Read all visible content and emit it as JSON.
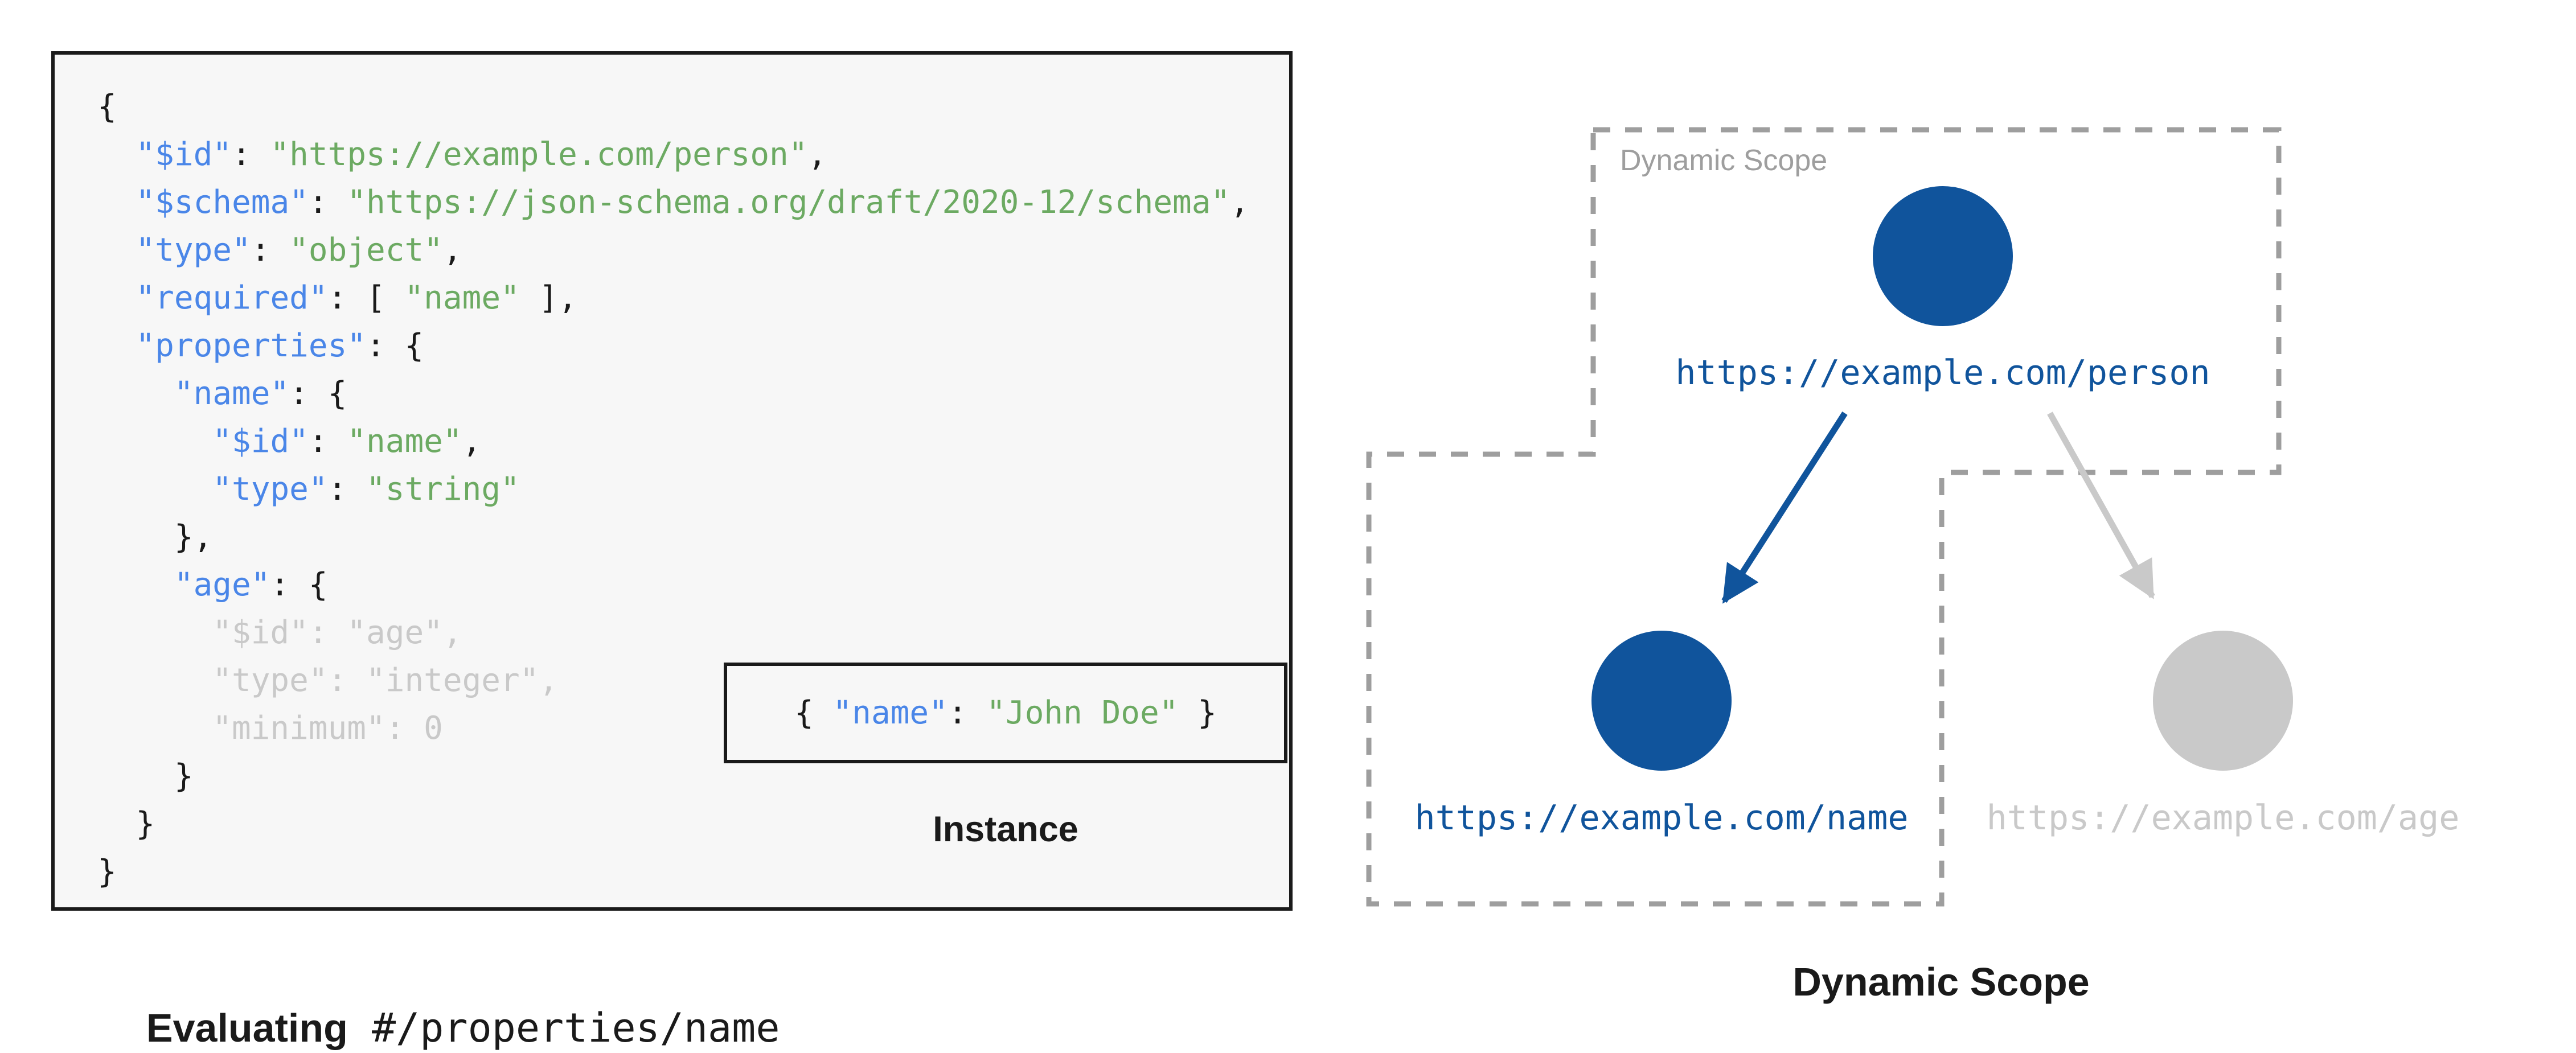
{
  "colors": {
    "ink": "#1a1a1a",
    "key-blue": "#4a86e8",
    "str-green": "#6caa62",
    "muted": "#c9c9c9",
    "scope-gray": "#9e9e9e",
    "node-blue": "#10549c",
    "code-bg": "#f7f7f7"
  },
  "left_panel": {
    "code_lines": [
      [
        [
          "p",
          "{"
        ]
      ],
      [
        [
          "p",
          "  "
        ],
        [
          "k",
          "\"$id\""
        ],
        [
          "p",
          ": "
        ],
        [
          "s",
          "\"https://example.com/person\""
        ],
        [
          "p",
          ","
        ]
      ],
      [
        [
          "p",
          "  "
        ],
        [
          "k",
          "\"$schema\""
        ],
        [
          "p",
          ": "
        ],
        [
          "s",
          "\"https://json-schema.org/draft/2020-12/schema\""
        ],
        [
          "p",
          ","
        ]
      ],
      [
        [
          "p",
          "  "
        ],
        [
          "k",
          "\"type\""
        ],
        [
          "p",
          ": "
        ],
        [
          "s",
          "\"object\""
        ],
        [
          "p",
          ","
        ]
      ],
      [
        [
          "p",
          "  "
        ],
        [
          "k",
          "\"required\""
        ],
        [
          "p",
          ": [ "
        ],
        [
          "s",
          "\"name\""
        ],
        [
          "p",
          " ],"
        ]
      ],
      [
        [
          "p",
          "  "
        ],
        [
          "k",
          "\"properties\""
        ],
        [
          "p",
          ": {"
        ]
      ],
      [
        [
          "p",
          "    "
        ],
        [
          "k",
          "\"name\""
        ],
        [
          "p",
          ": {"
        ]
      ],
      [
        [
          "p",
          "      "
        ],
        [
          "k",
          "\"$id\""
        ],
        [
          "p",
          ": "
        ],
        [
          "s",
          "\"name\""
        ],
        [
          "p",
          ","
        ]
      ],
      [
        [
          "p",
          "      "
        ],
        [
          "k",
          "\"type\""
        ],
        [
          "p",
          ": "
        ],
        [
          "s",
          "\"string\""
        ]
      ],
      [
        [
          "p",
          "    },"
        ]
      ],
      [
        [
          "p",
          "    "
        ],
        [
          "k",
          "\"age\""
        ],
        [
          "p",
          ": {"
        ]
      ],
      [
        [
          "m",
          "      \"$id\": \"age\","
        ]
      ],
      [
        [
          "m",
          "      \"type\": \"integer\","
        ]
      ],
      [
        [
          "m",
          "      \"minimum\": 0"
        ]
      ],
      [
        [
          "p",
          "    }"
        ]
      ],
      [
        [
          "p",
          "  }"
        ]
      ],
      [
        [
          "p",
          "}"
        ]
      ]
    ],
    "instance": {
      "tokens": [
        [
          "p",
          "{ "
        ],
        [
          "k",
          "\"name\""
        ],
        [
          "p",
          ": "
        ],
        [
          "s",
          "\"John Doe\""
        ],
        [
          "p",
          " }"
        ]
      ],
      "label": "Instance"
    },
    "caption_bold": "Evaluating",
    "caption_path": " #/properties/name"
  },
  "right_panel": {
    "scope_label": "Dynamic Scope",
    "caption": "Dynamic Scope",
    "nodes": [
      {
        "id": "person",
        "url": "https://example.com/person",
        "state": "active"
      },
      {
        "id": "name",
        "url": "https://example.com/name",
        "state": "active"
      },
      {
        "id": "age",
        "url": "https://example.com/age",
        "state": "inactive"
      }
    ]
  }
}
